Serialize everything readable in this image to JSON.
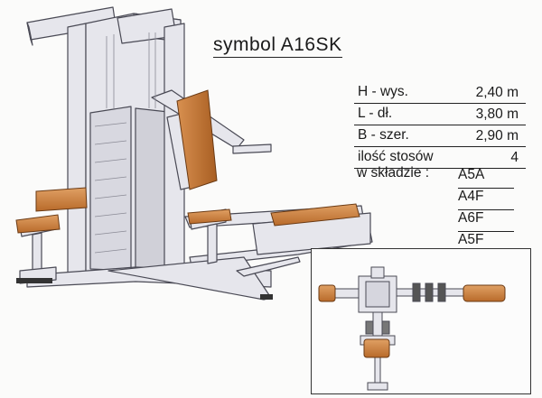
{
  "title": "symbol A16SK",
  "specs": [
    {
      "label": "H - wys.",
      "value": "2,40 m"
    },
    {
      "label": "L - dł.",
      "value": "3,80 m"
    },
    {
      "label": "B - szer.",
      "value": "2,90 m"
    },
    {
      "label": "ilość stosów",
      "value": "4"
    }
  ],
  "components_label": "w składzie :",
  "components": [
    "A5A",
    "A4F",
    "A6F",
    "A5F"
  ],
  "colors": {
    "frame": "#e4e4ea",
    "frame_stroke": "#4a4a55",
    "cushion": "#c8803f",
    "cushion_dark": "#9a5a22"
  },
  "illustrations": [
    "gym-machine-side-view",
    "machine-top-view-plan"
  ]
}
